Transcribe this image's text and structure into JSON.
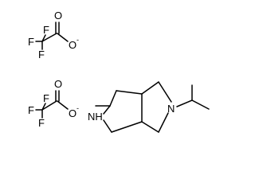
{
  "figure_type": "chemical-structure",
  "colors": {
    "bond": "#000000",
    "background": "#ffffff"
  },
  "anion_1": {
    "atoms": {
      "f1": "F",
      "f2": "F",
      "f3": "F",
      "o_double": "O",
      "o_minus": "O",
      "charge": "-"
    }
  },
  "anion_2": {
    "atoms": {
      "f1": "F",
      "f2": "F",
      "f3": "F",
      "o_double": "O",
      "o_minus": "O",
      "charge": "-"
    }
  },
  "cation": {
    "atoms": {
      "nh": "NH",
      "n": "N"
    }
  }
}
